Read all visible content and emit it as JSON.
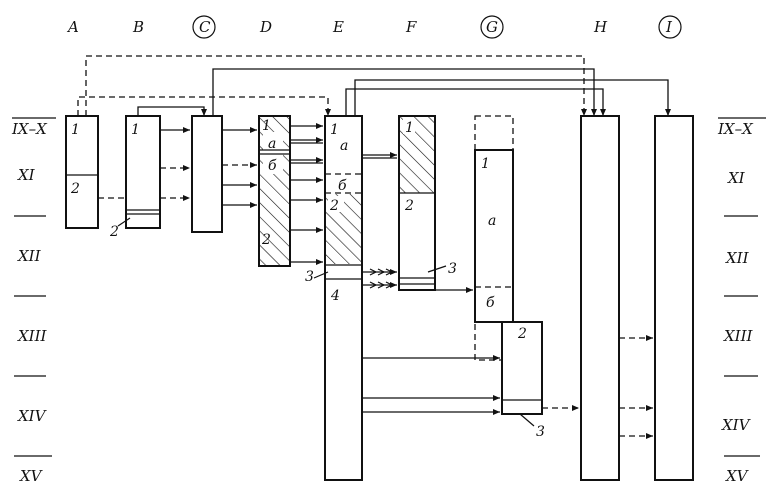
{
  "columns": [
    "A",
    "B",
    "C",
    "D",
    "E",
    "F",
    "G",
    "H",
    "I"
  ],
  "circled_columns": [
    "C",
    "G",
    "I"
  ],
  "centuries_left": [
    "IX–X",
    "XI",
    "XII",
    "XIII",
    "XIV",
    "XV"
  ],
  "centuries_right": [
    "IX–X",
    "XI",
    "XII",
    "XIII",
    "XIV",
    "XV"
  ],
  "segment_labels": {
    "A1": "1",
    "A2": "2",
    "B1": "1",
    "B2": "2",
    "D1": "1",
    "Da": "a",
    "Db": "б",
    "D2": "2",
    "E1": "1",
    "Ea": "a",
    "Eb": "б",
    "E2": "2",
    "E3": "3",
    "E4": "4",
    "F1": "1",
    "F2": "2",
    "F3": "3",
    "G1": "1",
    "Ga": "a",
    "Gb": "б",
    "G2": "2",
    "G3": "3"
  }
}
